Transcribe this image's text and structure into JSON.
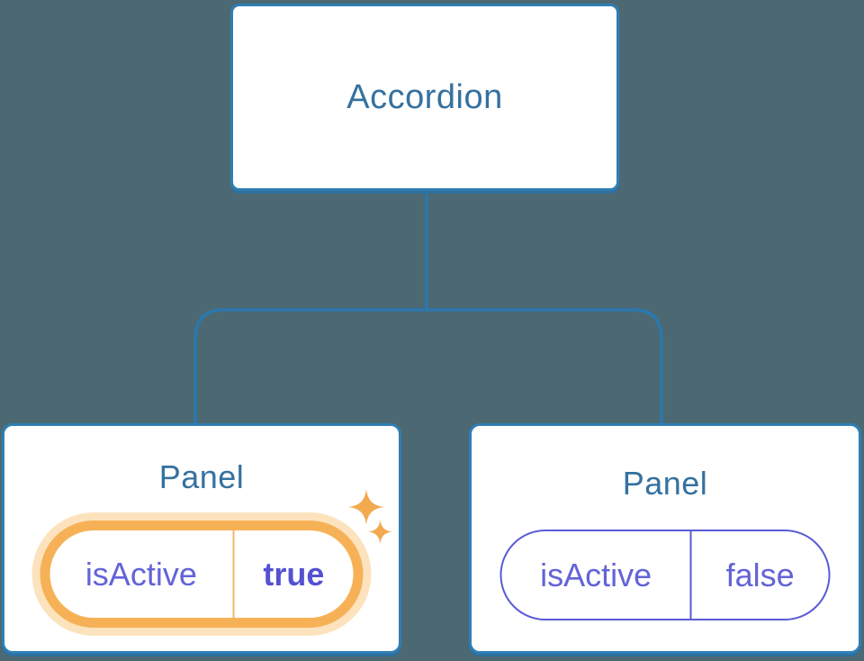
{
  "tree": {
    "root": {
      "label": "Accordion"
    },
    "children": [
      {
        "label": "Panel",
        "state": {
          "name": "isActive",
          "value": "true",
          "highlighted": true
        }
      },
      {
        "label": "Panel",
        "state": {
          "name": "isActive",
          "value": "false",
          "highlighted": false
        }
      }
    ]
  },
  "icons": {
    "sparkle_large": "sparkle-icon",
    "sparkle_small": "sparkle-icon"
  },
  "colors": {
    "background": "#4c6973",
    "node_fill": "#ffffff",
    "node_border": "#2f7fb4",
    "node_border_shadow": "#2e6f9e",
    "node_label_text": "#35719f",
    "connector_line": "#2b78ad",
    "state_text": "#6363d8",
    "state_value_active_text": "#5551d0",
    "state_pill_inactive_border": "#5b5bd6",
    "highlight_ring": "#f6b156",
    "highlight_glow": "#fce3bd",
    "sparkle": "#f2a94f"
  }
}
